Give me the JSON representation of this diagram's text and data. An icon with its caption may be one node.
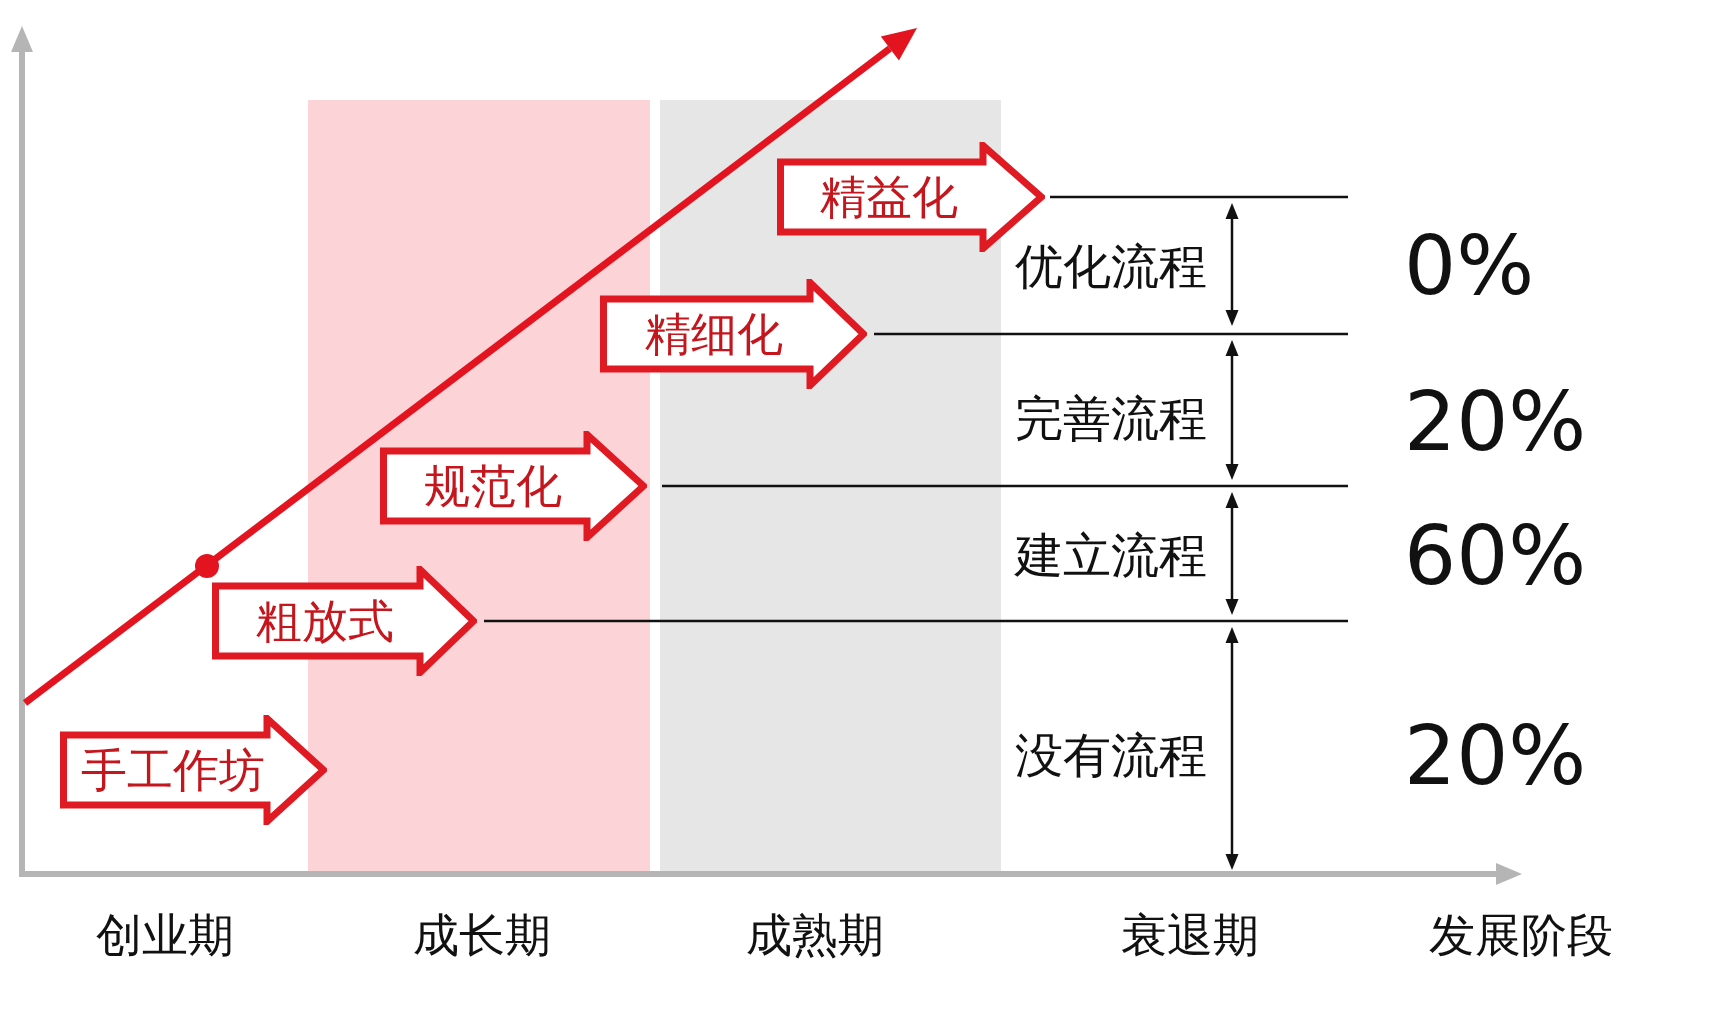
{
  "diagram": {
    "nodes": [
      {
        "text": [
          "精益化"
        ]
      },
      {
        "text": [
          "精细化"
        ]
      },
      {
        "text": [
          "规范化"
        ]
      },
      {
        "text": [
          "粗放式"
        ]
      },
      {
        "text": [
          "手工作坊"
        ]
      }
    ],
    "labels": [
      "优化流程",
      "0%",
      "完善流程",
      "20%",
      "建立流程",
      "60%",
      "没有流程",
      "20%",
      "创业期",
      "成长期",
      "成熟期",
      "衰退期",
      "发展阶段"
    ]
  }
}
